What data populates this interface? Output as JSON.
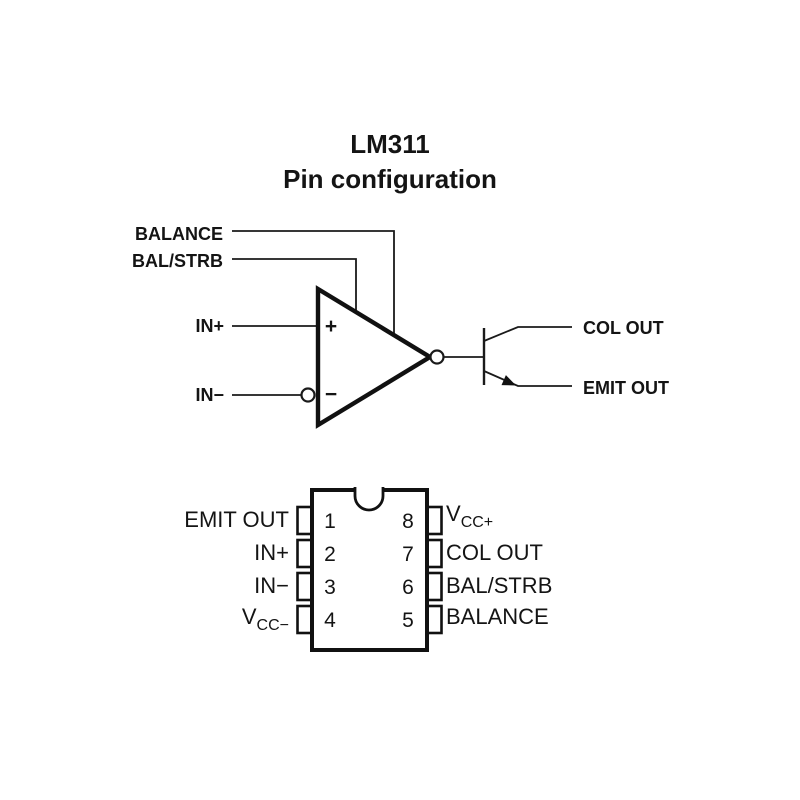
{
  "title": {
    "line1": "LM311",
    "line2": "Pin configuration"
  },
  "colors": {
    "ink": "#141414",
    "background": "#ffffff"
  },
  "schematic": {
    "balance_label": "BALANCE",
    "bal_strb_label": "BAL/STRB",
    "in_plus_label": "IN+",
    "in_minus_label": "IN−",
    "col_out_label": "COL OUT",
    "emit_out_label": "EMIT OUT",
    "noninverting_sign": "+",
    "inverting_sign": "−"
  },
  "package": {
    "left_pins": [
      {
        "number": "1",
        "label": "EMIT OUT"
      },
      {
        "number": "2",
        "label": "IN+"
      },
      {
        "number": "3",
        "label": "IN−"
      },
      {
        "number": "4",
        "label_main": "V",
        "label_sub": "CC−"
      }
    ],
    "right_pins": [
      {
        "number": "8",
        "label_main": "V",
        "label_sub": "CC+"
      },
      {
        "number": "7",
        "label": "COL OUT"
      },
      {
        "number": "6",
        "label": "BAL/STRB"
      },
      {
        "number": "5",
        "label": "BALANCE"
      }
    ]
  }
}
